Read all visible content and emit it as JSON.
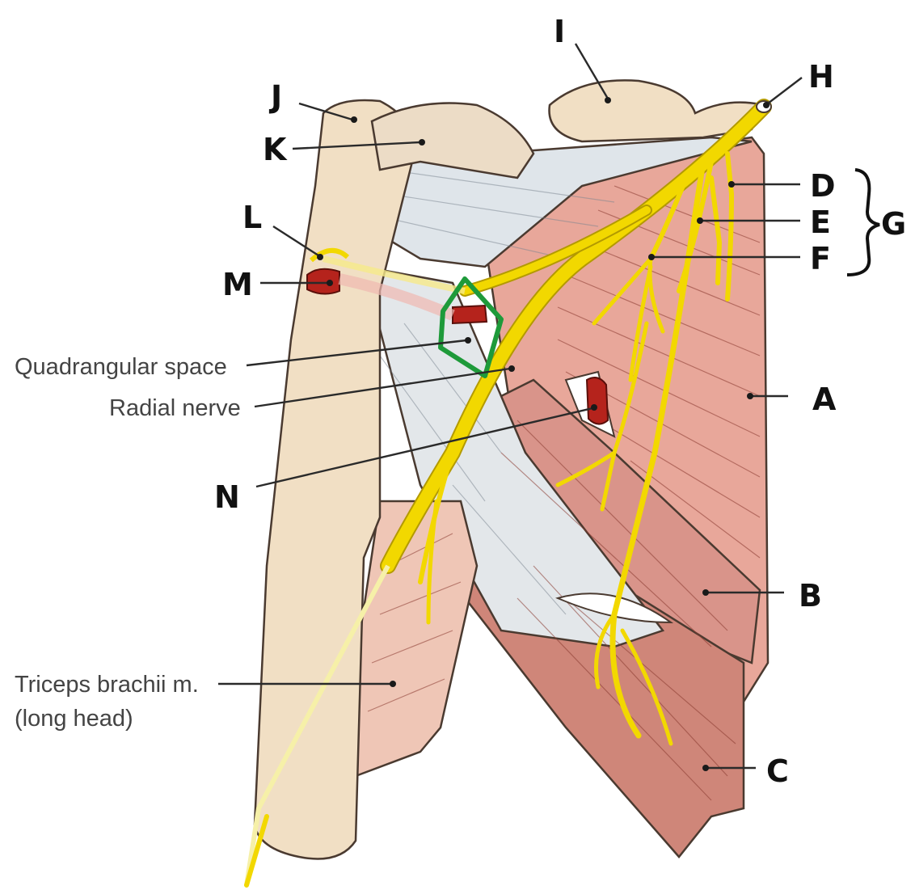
{
  "labels": {
    "A": "A",
    "B": "B",
    "C": "C",
    "D": "D",
    "E": "E",
    "F": "F",
    "G": "G",
    "H": "H",
    "I": "I",
    "J": "J",
    "K": "K",
    "L": "L",
    "M": "M",
    "N": "N"
  },
  "text_labels": {
    "quadrangular_space": "Quadrangular space",
    "radial_nerve": "Radial nerve",
    "triceps_line1": "Triceps brachii m.",
    "triceps_line2": "(long head)"
  },
  "colors": {
    "bone": "#f1dfc4",
    "muscle": "#e7a496",
    "muscle_light": "#f2cdbf",
    "ligament": "#d9e0e6",
    "nerve": "#f2d800",
    "artery": "#b5231c",
    "quadrangular_outline": "#1e9a3a"
  }
}
